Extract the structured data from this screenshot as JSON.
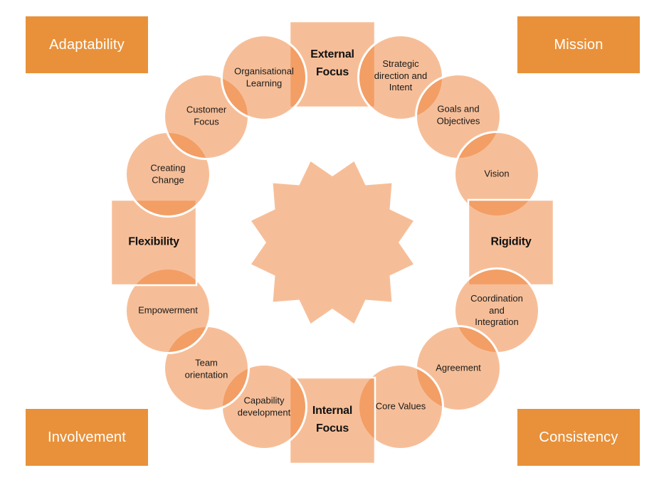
{
  "corners": {
    "top_left": "Adaptability",
    "top_right": "Mission",
    "bottom_left": "Involvement",
    "bottom_right": "Consistency"
  },
  "axes": {
    "top": "External Focus",
    "right": "Rigidity",
    "bottom": "Internal Focus",
    "left": "Flexibility"
  },
  "circles": [
    {
      "label": "Strategic direction and Intent"
    },
    {
      "label": "Goals and Objectives"
    },
    {
      "label": "Vision"
    },
    {
      "label": "Coordination and Integration"
    },
    {
      "label": "Agreement"
    },
    {
      "label": "Core Values"
    },
    {
      "label": "Capability development"
    },
    {
      "label": "Team orientation"
    },
    {
      "label": "Empowerment"
    },
    {
      "label": "Creating Change"
    },
    {
      "label": "Customer Focus"
    },
    {
      "label": "Organisational Learning"
    }
  ],
  "colors": {
    "corner_box": "#E8913A",
    "corner_text": "#FFFFFF",
    "shape_fill": "rgba(237,125,49,0.5)",
    "shape_stroke": "#FFFFFF",
    "label_text": "#1A1A1A"
  }
}
